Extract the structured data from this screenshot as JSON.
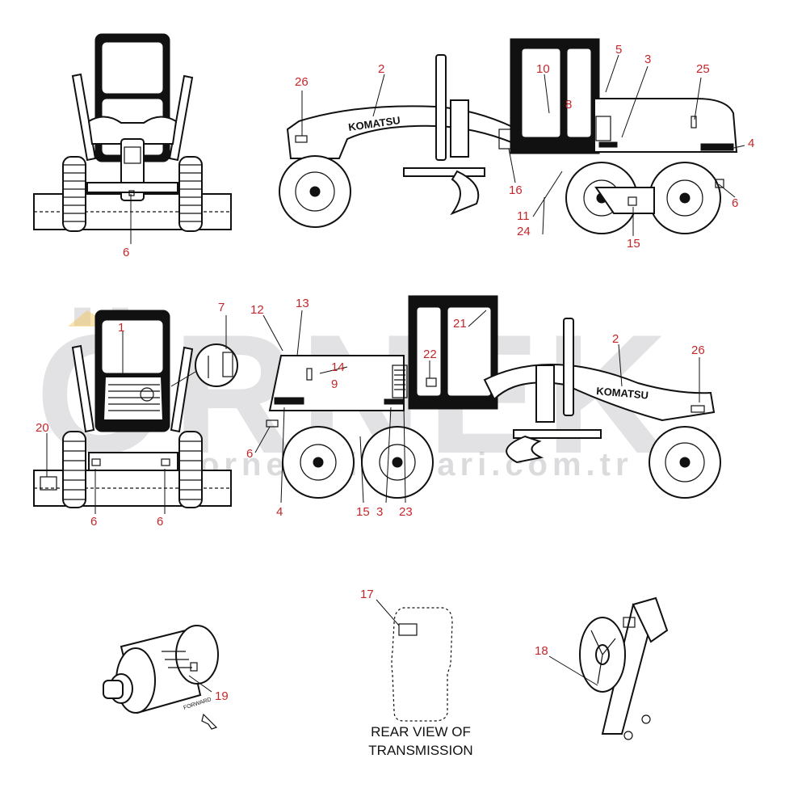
{
  "watermark": {
    "main": "ÖRNEK",
    "url": "www.ornekisilanlari.com.tr"
  },
  "brand": "KOMATSU",
  "small_arrow_text": "FORWARD",
  "caption": {
    "line1": "REAR VIEW OF",
    "line2": "TRANSMISSION"
  },
  "callouts": [
    "6",
    "26",
    "2",
    "10",
    "5",
    "3",
    "25",
    "8",
    "4",
    "16",
    "11",
    "24",
    "15",
    "6",
    "7",
    "12",
    "13",
    "1",
    "14",
    "9",
    "22",
    "21",
    "2",
    "26",
    "20",
    "6",
    "6",
    "6",
    "4",
    "15",
    "3",
    "23",
    "17",
    "18",
    "19"
  ],
  "colors": {
    "callout": "#c4272b",
    "ink": "#111111",
    "watermark": "#9a9aa0",
    "accent": "#f2c14e"
  }
}
